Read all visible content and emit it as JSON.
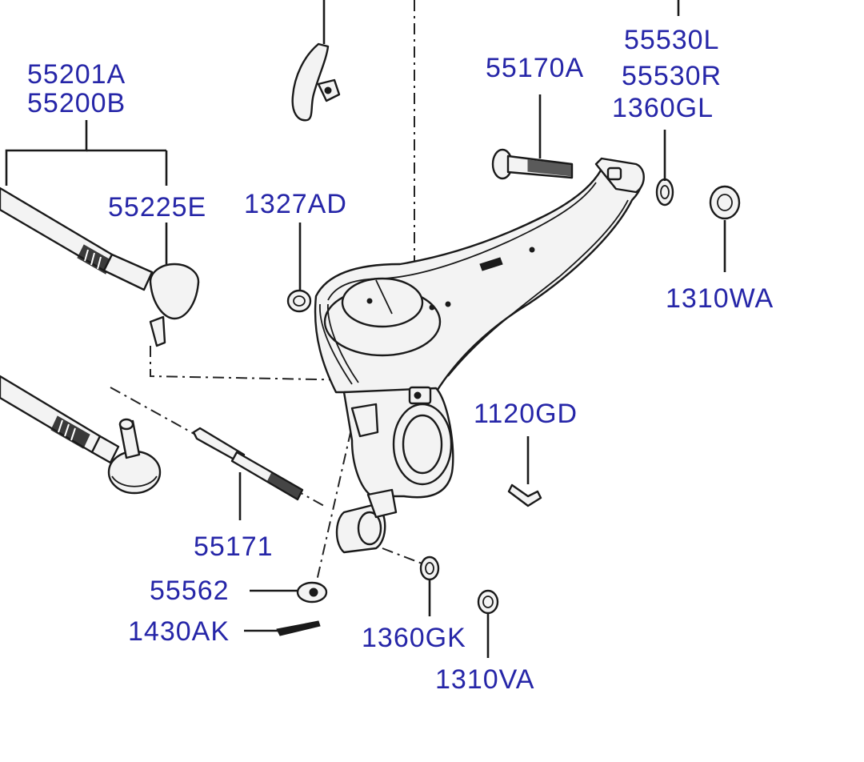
{
  "labels": {
    "l55201A": "55201A",
    "l55200B": "55200B",
    "l55225E": "55225E",
    "l1327AD": "1327AD",
    "l55170A": "55170A",
    "l55530L": "55530L",
    "l55530R": "55530R",
    "l1360GL": "1360GL",
    "l1310WA": "1310WA",
    "l1120GD": "1120GD",
    "l55171": "55171",
    "l55562": "55562",
    "l1430AK": "1430AK",
    "l1360GK": "1360GK",
    "l1310VA": "1310VA"
  },
  "colors": {
    "label": "#2626a8",
    "line": "#1a1a1a",
    "background": "#ffffff"
  }
}
